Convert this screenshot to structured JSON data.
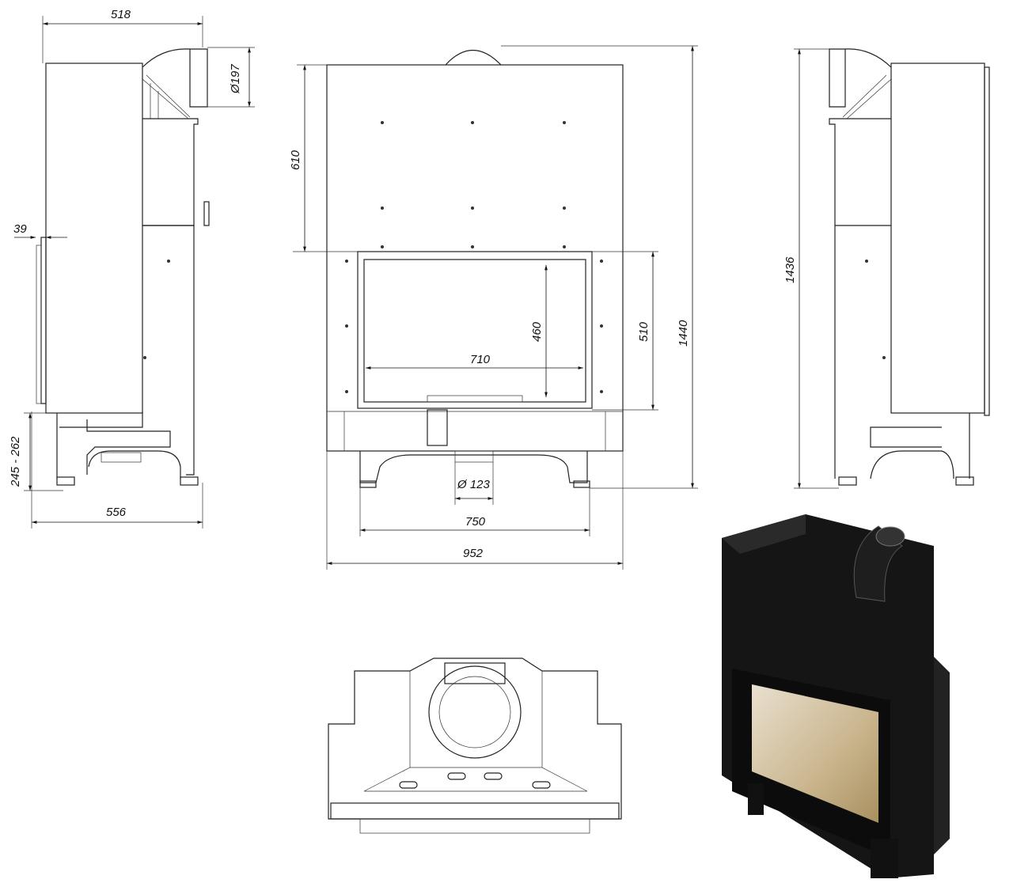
{
  "title": "Fireplace insert technical drawing",
  "side_view_left": {
    "depth_top": "518",
    "flue_diameter": "Ø197",
    "offset": "39",
    "leg_height": "245 - 262",
    "depth_bottom": "556"
  },
  "front_view": {
    "upper_height": "610",
    "glass_height": "460",
    "glass_width": "710",
    "door_height": "510",
    "total_height": "1440",
    "air_inlet_diameter": "Ø 123",
    "leg_spacing": "750",
    "total_width": "952"
  },
  "side_view_right": {
    "total_height": "1436"
  },
  "colors": {
    "line": "#222222",
    "body": "#111111",
    "glass": "#c9b48c"
  }
}
